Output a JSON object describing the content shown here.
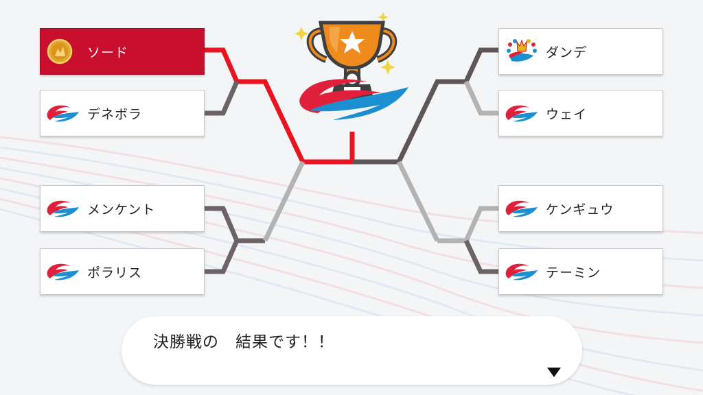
{
  "bracket": {
    "left": [
      {
        "name": "ソード",
        "emblem": "gold-medal-icon",
        "winner": true
      },
      {
        "name": "デネボラ",
        "emblem": "league-emblem-icon",
        "winner": false
      },
      {
        "name": "メンケント",
        "emblem": "league-emblem-icon",
        "winner": false
      },
      {
        "name": "ポラリス",
        "emblem": "league-emblem-icon",
        "winner": false
      }
    ],
    "right": [
      {
        "name": "ダンデ",
        "emblem": "champion-crest-icon",
        "winner": false
      },
      {
        "name": "ウェイ",
        "emblem": "league-emblem-icon",
        "winner": false
      },
      {
        "name": "ケンギュウ",
        "emblem": "league-emblem-icon",
        "winner": false
      },
      {
        "name": "テーミン",
        "emblem": "league-emblem-icon",
        "winner": false
      }
    ]
  },
  "dialog": {
    "text": "決勝戦の　結果です！！",
    "advance_icon": "triangle-down-icon"
  },
  "trophy_icon": "trophy-icon",
  "colors": {
    "winner_path": "#e8141f",
    "finalist_path": "#5e5558",
    "eliminated_path": "#b3b3b3",
    "semifinal_path": "#6b6366",
    "winner_slot": "#c8102e",
    "trophy_orange": "#ef8a1d"
  }
}
